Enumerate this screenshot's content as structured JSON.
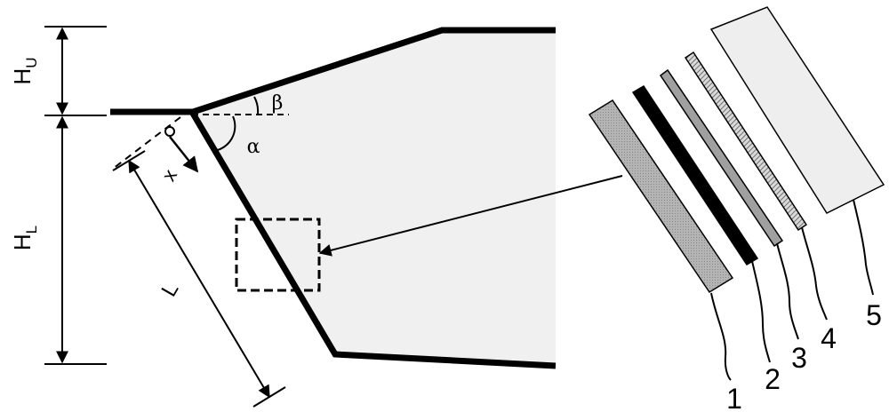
{
  "dimensions": {
    "upper_height": {
      "main": "H",
      "sub": "U"
    },
    "lower_height": {
      "main": "H",
      "sub": "L"
    },
    "length": "L",
    "coordinate": "x"
  },
  "angles": {
    "alpha": "α",
    "beta": "β"
  },
  "layers": [
    {
      "label": "1",
      "color": "#a8a8a8"
    },
    {
      "label": "2",
      "color": "#000000"
    },
    {
      "label": "3",
      "color": "#a0a0a0"
    },
    {
      "label": "4",
      "color": "#a8a8a8"
    },
    {
      "label": "5",
      "color": "#eeeeee"
    }
  ],
  "colors": {
    "region_fill": "#f0f0f0",
    "stroke": "#000000"
  }
}
